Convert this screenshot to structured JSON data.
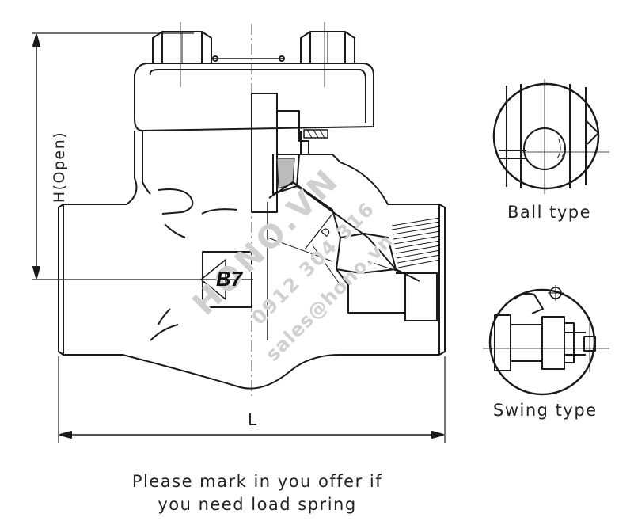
{
  "labels": {
    "height": "H(Open)",
    "length": "L",
    "ball": "Ball type",
    "swing": "Swing type",
    "marker": "B7"
  },
  "note": {
    "line1": "Please mark in you offer if",
    "line2": "you need load spring"
  },
  "watermark": {
    "brand": "HONO.VN",
    "phone": "0912 304 316",
    "email": "sales@hono.vn"
  },
  "colors": {
    "line": "#1a1a1a",
    "fill": "#ffffff",
    "watermark": "#aaaab0"
  }
}
